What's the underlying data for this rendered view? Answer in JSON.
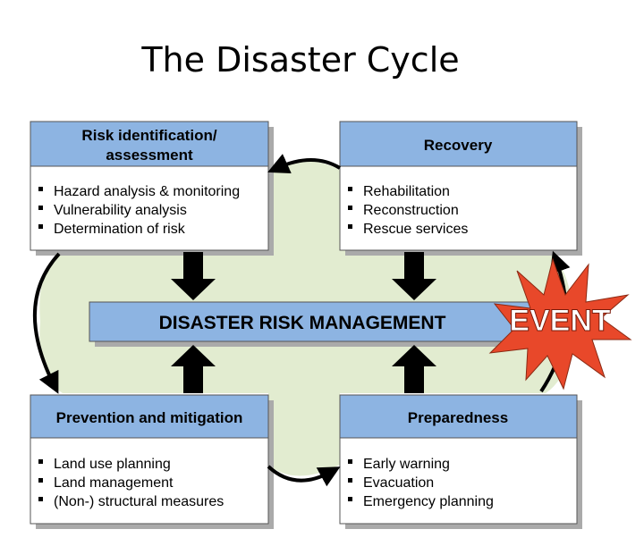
{
  "title": "The Disaster Cycle",
  "center": "DISASTER RISK MANAGEMENT",
  "event": "EVENT",
  "boxes": [
    {
      "title_lines": [
        "Risk identification/",
        "assessment"
      ],
      "items": [
        "Hazard analysis & monitoring",
        "Vulnerability analysis",
        "Determination of risk"
      ]
    },
    {
      "title_lines": [
        "Recovery"
      ],
      "items": [
        "Rehabilitation",
        "Reconstruction",
        "Rescue services"
      ]
    },
    {
      "title_lines": [
        "Prevention and mitigation"
      ],
      "items": [
        "Land use planning",
        "Land management",
        "(Non-) structural measures"
      ]
    },
    {
      "title_lines": [
        "Preparedness"
      ],
      "items": [
        "Early warning",
        "Evacuation",
        "Emergency planning"
      ]
    }
  ],
  "colors": {
    "header": "#8db4e2",
    "background": "#e2ecd0",
    "event": "#e8482a"
  }
}
